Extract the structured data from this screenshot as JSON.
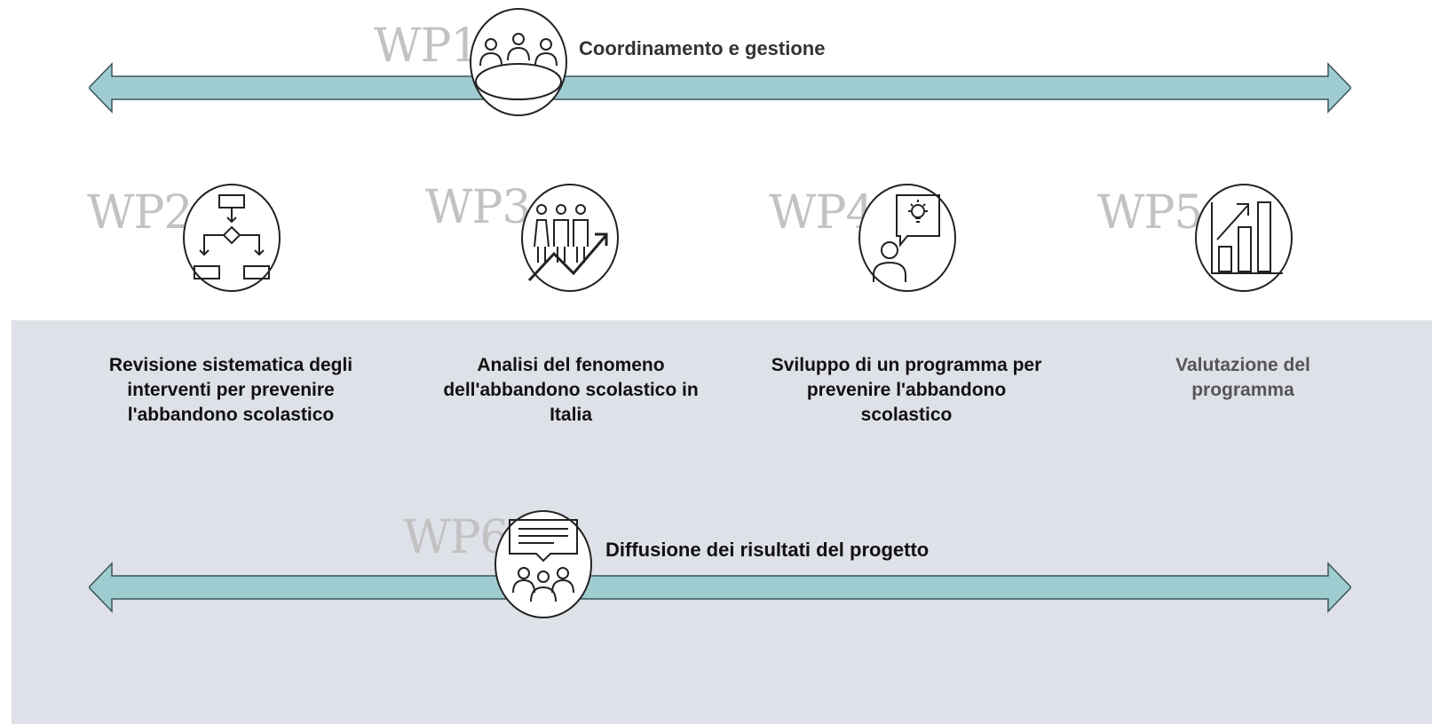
{
  "colors": {
    "arrow_fill": "#9fccd0",
    "arrow_stroke": "#3a5558",
    "panel_bg": "#dfe1e8",
    "wp_label": "#c2c2c2"
  },
  "wp1": {
    "code": "WP1",
    "title": "Coordinamento e gestione",
    "icon": "meeting-table-icon"
  },
  "wp2": {
    "code": "WP2",
    "caption": "Revisione sistematica degli interventi per prevenire l'abbandono scolastico",
    "icon": "flowchart-icon"
  },
  "wp3": {
    "code": "WP3",
    "caption": "Analisi del fenomeno dell'abbandono scolastico in Italia",
    "icon": "people-trend-icon"
  },
  "wp4": {
    "code": "WP4",
    "caption": "Sviluppo di un programma per prevenire l'abbandono scolastico",
    "icon": "person-idea-icon"
  },
  "wp5": {
    "code": "WP5",
    "caption": "Valutazione del programma",
    "icon": "growth-bar-chart-icon"
  },
  "wp6": {
    "code": "WP6",
    "title": "Diffusione dei risultati del progetto",
    "icon": "presentation-audience-icon"
  }
}
